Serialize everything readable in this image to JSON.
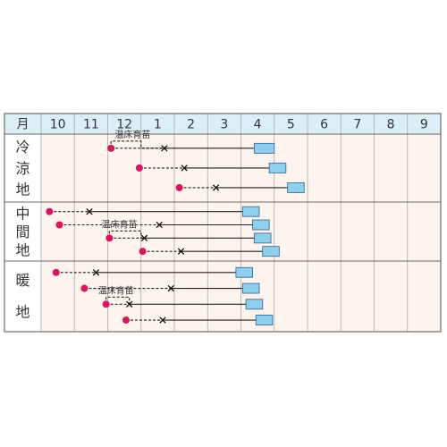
{
  "chart_data": {
    "type": "gantt",
    "header_label": "月",
    "months": [
      "10",
      "11",
      "12",
      "1",
      "2",
      "3",
      "4",
      "5",
      "6",
      "7",
      "8",
      "9"
    ],
    "colors": {
      "sow": "#d6145f",
      "harvest_fill": "#8ecfee",
      "harvest_stroke": "#3f6f9a",
      "cell_fill": "#fdf4ee",
      "header_fill": "#dceef7",
      "grid_line": "#b1a7a3",
      "frame": "#6e6a68",
      "text": "#333333"
    },
    "sections": [
      {
        "name": "冷涼地",
        "rows": [
          {
            "sow": 2.1,
            "dash_to": 3.7,
            "plant": 3.7,
            "harvest": [
              6.4,
              7.0
            ],
            "bed_box": [
              2.1,
              3.0
            ]
          },
          {
            "sow": 2.95,
            "dash_to": 4.3,
            "plant": 4.3,
            "harvest": [
              6.85,
              7.35
            ]
          },
          {
            "sow": 4.15,
            "dash_to": 5.25,
            "plant": 5.25,
            "harvest": [
              7.4,
              7.9
            ]
          }
        ],
        "notes": [
          {
            "text": "温床育苗",
            "at": 2.75,
            "row": 0
          }
        ]
      },
      {
        "name": "中間地",
        "rows": [
          {
            "sow": 0.25,
            "dash_to": 1.45,
            "plant": 1.45,
            "harvest": [
              6.05,
              6.55
            ]
          },
          {
            "sow": 0.55,
            "dash_to": 3.55,
            "plant": 3.55,
            "harvest": [
              6.35,
              6.85
            ]
          },
          {
            "sow": 2.05,
            "dash_to": 3.1,
            "plant": 3.1,
            "harvest": [
              6.4,
              6.9
            ],
            "bed_box": [
              2.05,
              3.0
            ]
          },
          {
            "sow": 3.05,
            "dash_to": 4.2,
            "plant": 4.2,
            "harvest": [
              6.65,
              7.15
            ]
          }
        ],
        "notes": [
          {
            "text": "温床育苗",
            "at": 2.35,
            "row": 2
          }
        ]
      },
      {
        "name": "暖地",
        "rows": [
          {
            "sow": 0.45,
            "dash_to": 1.65,
            "plant": 1.65,
            "harvest": [
              5.85,
              6.35
            ]
          },
          {
            "sow": 1.3,
            "dash_to": 3.9,
            "plant": 3.9,
            "harvest": [
              6.05,
              6.55
            ]
          },
          {
            "sow": 1.95,
            "dash_to": 2.65,
            "plant": 2.65,
            "harvest": [
              6.15,
              6.65
            ],
            "bed_box": [
              1.95,
              2.65
            ]
          },
          {
            "sow": 2.55,
            "dash_to": 3.65,
            "plant": 3.65,
            "harvest": [
              6.45,
              6.95
            ]
          }
        ],
        "notes": [
          {
            "text": "温床育苗",
            "at": 2.25,
            "row": 2
          }
        ]
      }
    ]
  }
}
